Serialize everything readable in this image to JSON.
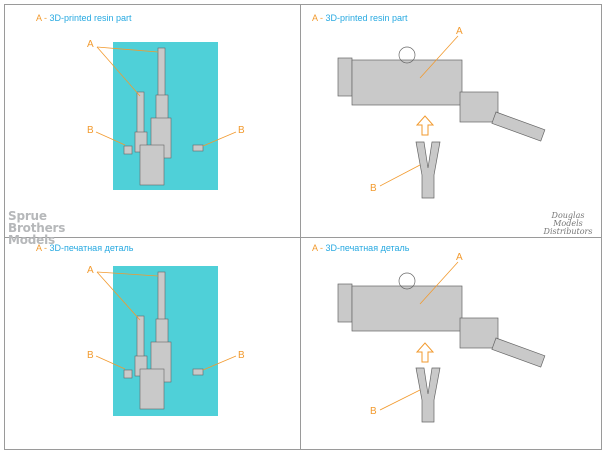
{
  "panels": [
    {
      "caption_letter": "A",
      "caption_text": "3D-printed resin part",
      "label_a": "A",
      "label_b1": "B",
      "label_b2": "B"
    },
    {
      "caption_letter": "A",
      "caption_text": "3D-printed resin part",
      "label_a": "A",
      "label_b": "B"
    },
    {
      "caption_letter": "A",
      "caption_text": "3D-печатная деталь",
      "label_a": "A",
      "label_b1": "B",
      "label_b2": "B"
    },
    {
      "caption_letter": "A",
      "caption_text": "3D-печатная деталь",
      "label_a": "A",
      "label_b": "B"
    }
  ],
  "watermark": {
    "line1": "Sprue",
    "line2": "Brothers",
    "line3": "Models"
  },
  "brand": {
    "line1": "Douglas",
    "line2": "Models",
    "line3": "Distributors"
  },
  "colors": {
    "label": "#f29a2e",
    "caption": "#27a9e1",
    "highlight_bg": "#4fd0d8",
    "part": "#c9c9c9"
  }
}
